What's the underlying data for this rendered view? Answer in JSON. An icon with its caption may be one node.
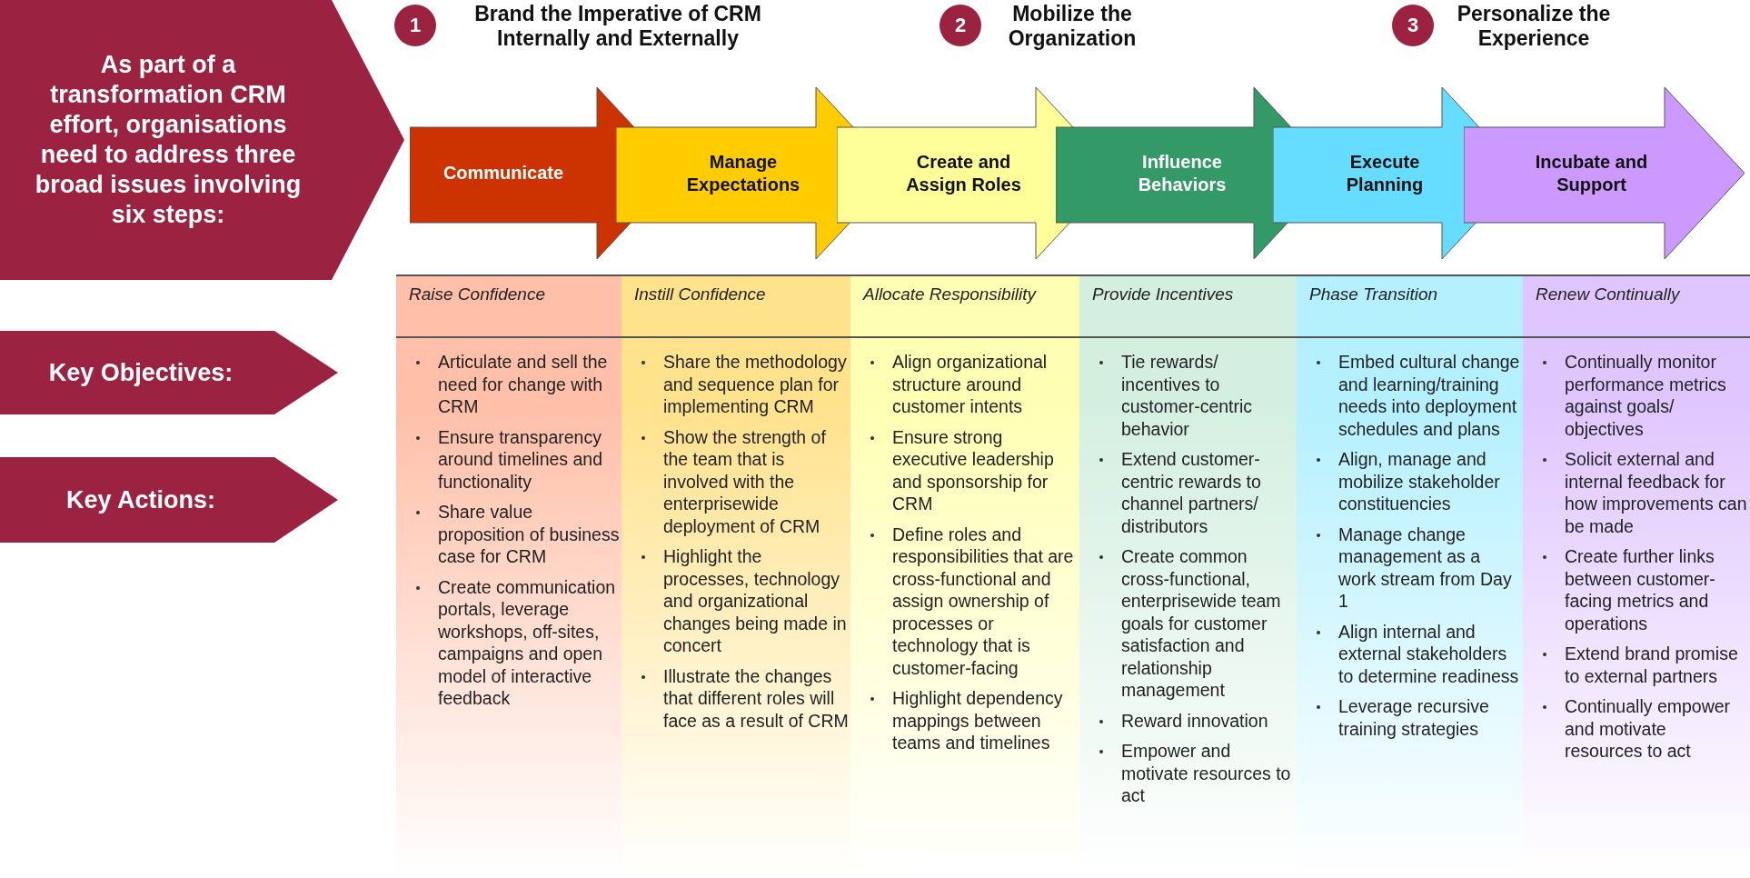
{
  "diagram": {
    "nodes": [
      {
        "text": [
          "As part of a transformation CRM effort, organisations need to address three broad issues involving six steps:"
        ]
      },
      {
        "text": [
          "1"
        ],
        "beside": [
          "Brand the Imperative of CRM Internally and Externally"
        ]
      },
      {
        "text": [
          "2"
        ],
        "beside": [
          "Mobilize the Organization"
        ]
      },
      {
        "text": [
          "3"
        ],
        "beside": [
          "Personalize the Experience"
        ]
      },
      {
        "text": [
          "Communicate"
        ]
      },
      {
        "text": [
          "Manage Expectations"
        ]
      },
      {
        "text": [
          "Create and Assign Roles"
        ]
      },
      {
        "text": [
          "Influence Behaviors"
        ]
      },
      {
        "text": [
          "Execute Planning"
        ]
      },
      {
        "text": [
          "Incubate and Support"
        ]
      },
      {
        "text": [
          "Key Objectives:"
        ]
      },
      {
        "text": [
          "Key Actions:"
        ]
      },
      {
        "text": [
          "Raise Confidence",
          "Articulate and sell the need for change with CRM",
          "Ensure transparency around timelines and functionality",
          "Share value proposition of business case for CRM",
          "Create communication portals, leverage workshops, off-sites, campaigns and open model of interactive feedback"
        ]
      },
      {
        "text": [
          "Instill Confidence",
          "Share the methodology and sequence plan for implementing CRM",
          "Show the strength of the team that is involved with the enterprisewide deployment of CRM",
          "Highlight the processes, technology and organizational changes being made in concert",
          "Illustrate the changes that different roles will face as a result of CRM"
        ]
      },
      {
        "text": [
          "Allocate Responsibility",
          "Align organizational structure around customer intents",
          "Ensure strong executive leadership and sponsorship for CRM",
          "Define roles and responsibilities that are cross-functional and assign ownership of processes or technology that is customer-facing",
          "Highlight dependency mappings between teams and timelines"
        ]
      },
      {
        "text": [
          "Provide Incentives",
          "Tie rewards/ incentives to customer-centric behavior",
          "Extend customer-centric rewards to channel partners/ distributors",
          "Create common cross-functional, enterprisewide team goals for customer satisfaction and relationship management",
          "Reward innovation",
          "Empower and motivate resources to act"
        ]
      },
      {
        "text": [
          "Phase Transition",
          "Embed cultural change and learning/training needs into deployment schedules and plans",
          "Align, manage and mobilize stakeholder constituencies",
          "Manage change management as a work stream from Day 1",
          "Align internal and external stakeholders to determine readiness",
          "Leverage recursive training strategies"
        ]
      },
      {
        "text": [
          "Renew Continually",
          "Continually monitor performance metrics against goals/ objectives",
          "Solicit external and internal feedback for how improvements can be made",
          "Create further links between customer-facing metrics and operations",
          "Extend brand promise to external partners",
          "Continually empower and motivate resources to act"
        ]
      }
    ],
    "edges": []
  }
}
